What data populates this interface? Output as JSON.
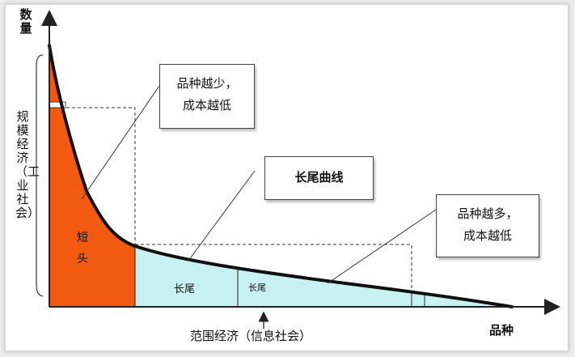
{
  "y_axis_title": "数量",
  "x_axis_title": "品种",
  "industrial_label": "规模经济（工业社会）",
  "info_label": "范围经济（信息社会）",
  "head_label": "短头",
  "tail_label_1": "长尾",
  "tail_label_2": "长尾",
  "curve_title": "长尾曲线",
  "callout_left": {
    "line1": "品种越少，",
    "line2": "成本越低"
  },
  "callout_right": {
    "line1": "品种越多，",
    "line2": "成本越低"
  },
  "colors": {
    "head_fill": "#f25a12",
    "tail_fill": "#c8f2f2",
    "curve": "#111111",
    "outline": "#222222"
  }
}
